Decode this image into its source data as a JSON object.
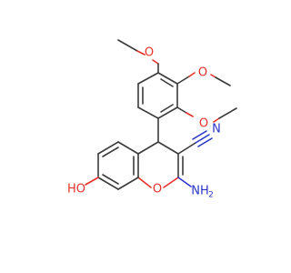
{
  "colors": {
    "carbon_bond": "#3a3a3a",
    "oxygen": "#e8312a",
    "nitrogen": "#2b36c8"
  },
  "labels": {
    "methoxy_top": "O",
    "methoxy_mid": "O",
    "methoxy_low": "O",
    "nitrile_n": "N",
    "hydroxyl": "HO",
    "ring_oxygen": "O",
    "amino_main": "NH",
    "amino_sub": "2"
  }
}
